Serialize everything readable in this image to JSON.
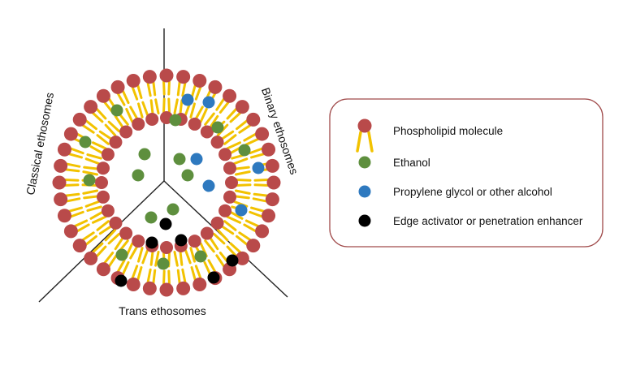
{
  "regions": {
    "classical": "Classical ethosomes",
    "binary": "Binary ethosomes",
    "trans": "Trans ethosomes"
  },
  "legend": {
    "items": [
      {
        "key": "phospholipid",
        "label": "Phospholipid molecule",
        "color": "#b94a4a"
      },
      {
        "key": "ethanol",
        "label": "Ethanol",
        "color": "#5e8f3e"
      },
      {
        "key": "propylene",
        "label": "Propylene glycol or other alcohol",
        "color": "#2e79bf"
      },
      {
        "key": "edge",
        "label": "Edge activator or penetration enhancer",
        "color": "#000000"
      }
    ]
  },
  "colors": {
    "head": "#b94a4a",
    "tail": "#f2c200",
    "ethanol": "#5e8f3e",
    "propylene": "#2e79bf",
    "edge": "#000000",
    "legend_border": "#a04a4a"
  }
}
